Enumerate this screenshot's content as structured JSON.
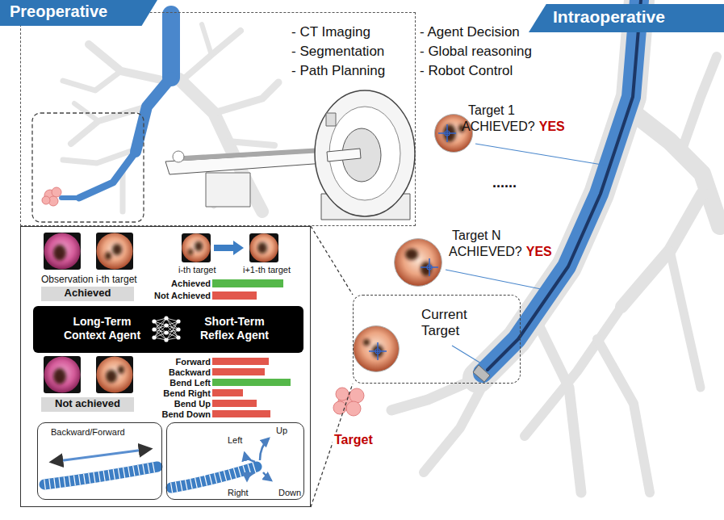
{
  "diagram": {
    "nodes": [
      {
        "text": [
          "Preoperative"
        ]
      },
      {
        "text": [
          "- CT Imaging",
          "- Segmentation",
          "- Path Planning"
        ]
      },
      {
        "text": [
          "Intraoperative"
        ]
      },
      {
        "text": [
          "Observation",
          "i-th target",
          "i-th target",
          "i+1-th target",
          "Achieved",
          "Not Achieved",
          "Forward",
          "Backward",
          "Bend Left",
          "Bend Right",
          "Bend Up",
          "Bend Down"
        ]
      },
      {
        "text": [
          "Achieved"
        ],
        "in": 3
      },
      {
        "text": [
          "Long-Term Context Agent",
          "Short-Term Reflex Agent"
        ],
        "in": 3
      },
      {
        "text": [
          "Not achieved"
        ],
        "in": 3
      },
      {
        "text": [
          "Backward/Forward"
        ],
        "in": 3
      },
      {
        "text": [
          "Left",
          "Up",
          "Right",
          "Down"
        ],
        "in": 3
      },
      {
        "text": [
          "Current Target"
        ]
      }
    ],
    "edges": [
      {
        "from": 3,
        "to": 9,
        "arrow": "none"
      },
      {
        "from": 3,
        "to": 9,
        "arrow": "none"
      }
    ],
    "labels": [
      "- Agent Decision",
      "- Global reasoning",
      "- Robot Control",
      "Target 1",
      "ACHIEVED?",
      "YES",
      "......",
      "Target N",
      "ACHIEVED?",
      "YES",
      "Target"
    ]
  }
}
